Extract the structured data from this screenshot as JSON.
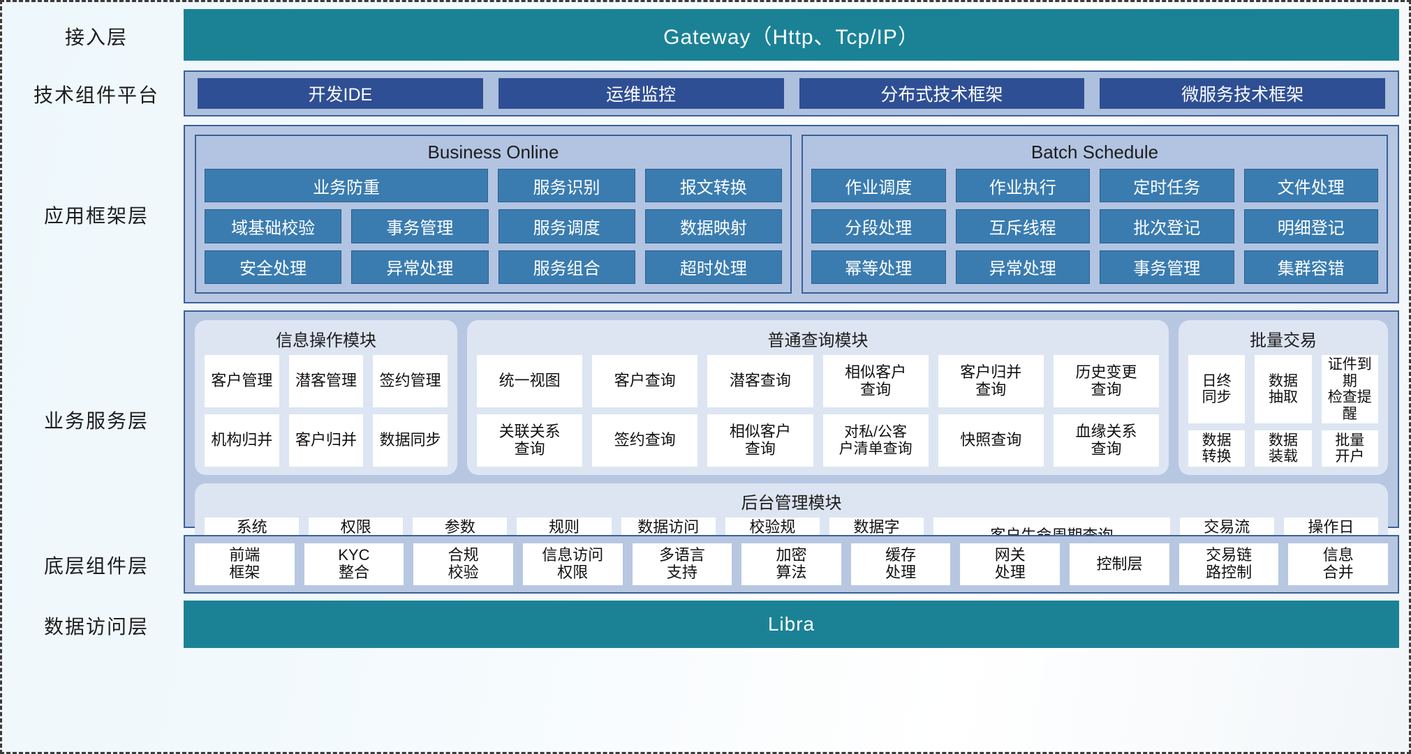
{
  "layers": {
    "access": {
      "label": "接入层",
      "banner": "Gateway（Http、Tcp/IP）"
    },
    "tech_platform": {
      "label": "技术组件平台",
      "chips": [
        "开发IDE",
        "运维监控",
        "分布式技术框架",
        "微服务技术框架"
      ]
    },
    "app_framework": {
      "label": "应用框架层",
      "panels": [
        {
          "title": "Business Online",
          "rows": [
            [
              "业务防重",
              "服务识别",
              "报文转换"
            ],
            [
              "域基础校验",
              "事务管理",
              "服务调度",
              "数据映射"
            ],
            [
              "安全处理",
              "异常处理",
              "服务组合",
              "超时处理"
            ]
          ]
        },
        {
          "title": "Batch Schedule",
          "rows": [
            [
              "作业调度",
              "作业执行",
              "定时任务",
              "文件处理"
            ],
            [
              "分段处理",
              "互斥线程",
              "批次登记",
              "明细登记"
            ],
            [
              "幂等处理",
              "异常处理",
              "事务管理",
              "集群容错"
            ]
          ]
        }
      ]
    },
    "business_service": {
      "label": "业务服务层",
      "cards": [
        {
          "title": "信息操作模块",
          "rows": [
            [
              "客户管理",
              "潜客管理",
              "签约管理"
            ],
            [
              "机构归并",
              "客户归并",
              "数据同步"
            ]
          ]
        },
        {
          "title": "普通查询模块",
          "rows": [
            [
              "统一视图",
              "客户查询",
              "潜客查询",
              "相似客户\n查询",
              "客户归并\n查询",
              "历史变更\n查询"
            ],
            [
              "关联关系\n查询",
              "签约查询",
              "相似客户\n查询",
              "对私/公客\n户清单查询",
              "快照查询",
              "血缘关系\n查询"
            ]
          ]
        },
        {
          "title": "批量交易",
          "rows": [
            [
              "日终\n同步",
              "数据\n抽取",
              "证件到期\n检查提醒"
            ],
            [
              "数据\n转换",
              "数据\n装载",
              "批量\n开户"
            ]
          ]
        }
      ],
      "admin": {
        "title": "后台管理模块",
        "cells": [
          {
            "label": "系统\n管理",
            "wide": false
          },
          {
            "label": "权限\n管理",
            "wide": false
          },
          {
            "label": "参数\n管理",
            "wide": false
          },
          {
            "label": "规则\n配置",
            "wide": false
          },
          {
            "label": "数据访问\n控制",
            "wide": false
          },
          {
            "label": "校验规\n则管理",
            "wide": false
          },
          {
            "label": "数据字\n典管理",
            "wide": false
          },
          {
            "label": "客户生命周期查询",
            "wide": true
          },
          {
            "label": "交易流\n水查询",
            "wide": false
          },
          {
            "label": "操作日\n志查询",
            "wide": false
          }
        ]
      }
    },
    "component": {
      "label": "底层组件层",
      "cells": [
        "前端\n框架",
        "KYC\n整合",
        "合规\n校验",
        "信息访问\n权限",
        "多语言\n支持",
        "加密\n算法",
        "缓存\n处理",
        "网关\n处理",
        "控制层",
        "交易链\n路控制",
        "信息\n合并"
      ]
    },
    "data_access": {
      "label": "数据访问层",
      "banner": "Libra"
    }
  },
  "colors": {
    "teal_banner": "#1b8296",
    "dark_blue_chip": "#2f4f94",
    "framework_cell": "#3a7cb0",
    "panel_bg": "#b7c7e2",
    "card_bg": "#dde5f2",
    "border": "#3a6099"
  }
}
